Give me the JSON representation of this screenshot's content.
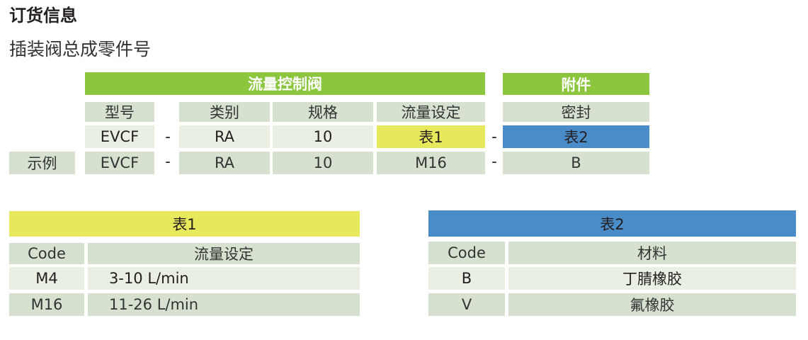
{
  "title": "订货信息",
  "subtitle": "插装阀总成零件号",
  "order": {
    "group1": "流量控制阀",
    "group2": "附件",
    "headers": [
      "型号",
      "类别",
      "规格",
      "流量设定",
      "密封"
    ],
    "row1": [
      "EVCF",
      "RA",
      "10",
      "表1",
      "表2"
    ],
    "example_label": "示例",
    "row2": [
      "EVCF",
      "RA",
      "10",
      "M16",
      "B"
    ],
    "dash": "-"
  },
  "table1": {
    "title": "表1",
    "headers": [
      "Code",
      "流量设定"
    ],
    "rows": [
      [
        "M4",
        "3-10 L/min"
      ],
      [
        "M16",
        "11-26 L/min"
      ]
    ]
  },
  "table2": {
    "title": "表2",
    "headers": [
      "Code",
      "材料"
    ],
    "rows": [
      [
        "B",
        "丁腈橡胶"
      ],
      [
        "V",
        "氟橡胶"
      ]
    ]
  },
  "colors": {
    "green": "#8cc63f",
    "yellow": "#e8e85c",
    "blue": "#4a8cc8",
    "light": "#d6e2cf"
  }
}
